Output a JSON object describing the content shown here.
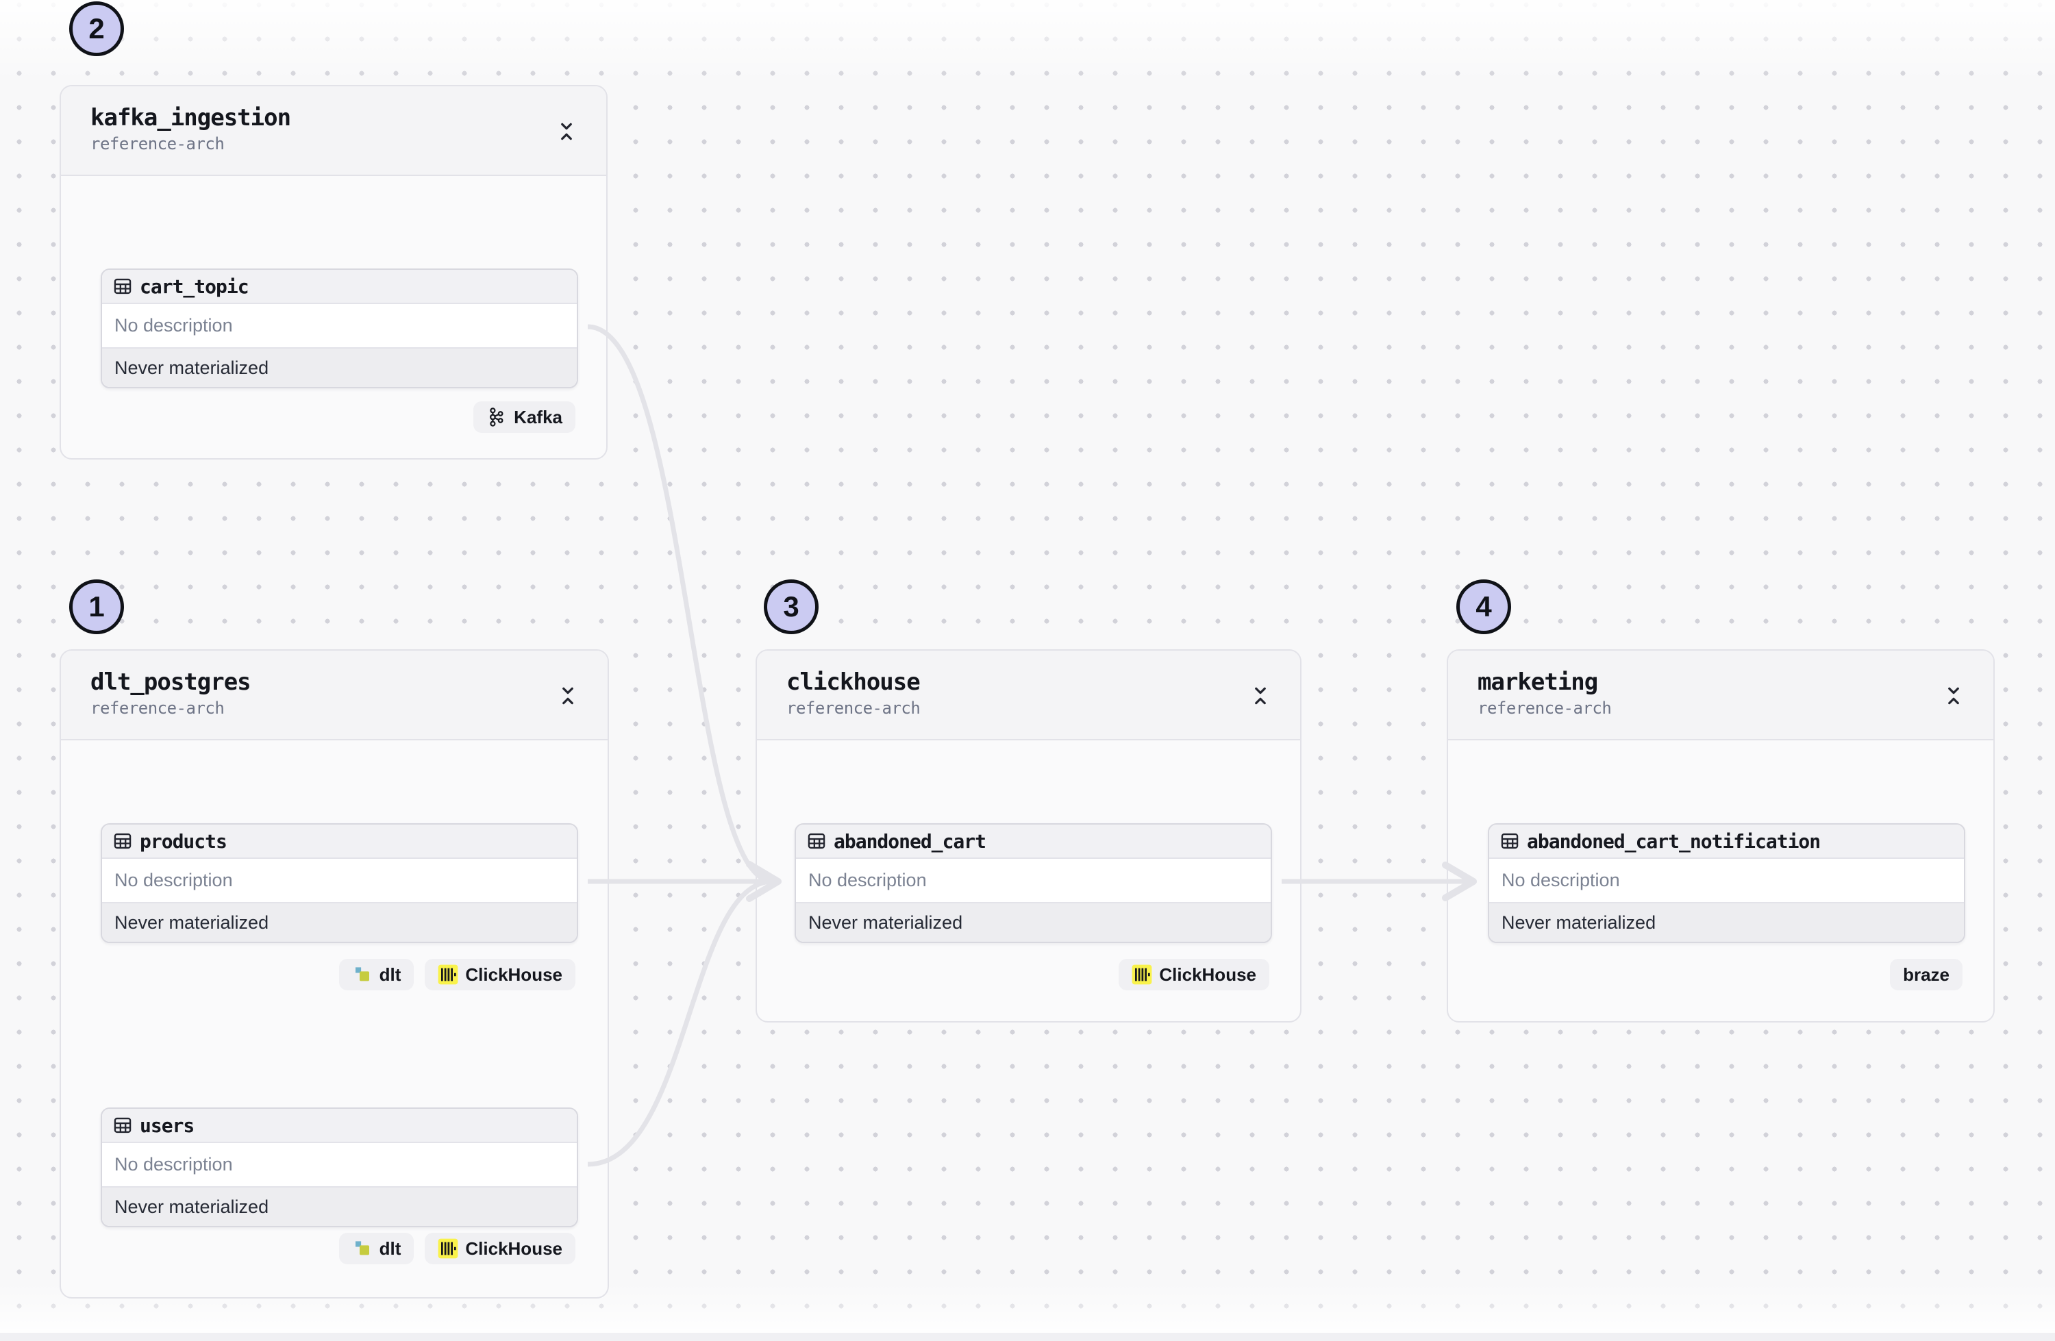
{
  "canvas": {
    "background": "#f8f8f9",
    "dot_color": "#d2d2d9",
    "edge_color": "#e3e3e8",
    "marker_fill": "#cbcbf2",
    "clickhouse_yellow": "#f9f24b",
    "dlt_teal": "#6fb1cb",
    "dlt_olive": "#c6cc3f"
  },
  "markers": [
    {
      "label": "1"
    },
    {
      "label": "2"
    },
    {
      "label": "3"
    },
    {
      "label": "4"
    }
  ],
  "groups": [
    {
      "title": "kafka_ingestion",
      "subtitle": "reference-arch",
      "assets": [
        {
          "name": "cart_topic",
          "description": "No description",
          "status": "Never materialized"
        }
      ],
      "badges": [
        {
          "label": "Kafka",
          "icon": "kafka-icon"
        }
      ]
    },
    {
      "title": "dlt_postgres",
      "subtitle": "reference-arch",
      "assets": [
        {
          "name": "products",
          "description": "No description",
          "status": "Never materialized"
        },
        {
          "name": "users",
          "description": "No description",
          "status": "Never materialized"
        }
      ],
      "badges": [
        {
          "label": "dlt",
          "icon": "dlt-icon"
        },
        {
          "label": "ClickHouse",
          "icon": "clickhouse-icon"
        },
        {
          "label": "dlt",
          "icon": "dlt-icon"
        },
        {
          "label": "ClickHouse",
          "icon": "clickhouse-icon"
        }
      ]
    },
    {
      "title": "clickhouse",
      "subtitle": "reference-arch",
      "assets": [
        {
          "name": "abandoned_cart",
          "description": "No description",
          "status": "Never materialized"
        }
      ],
      "badges": [
        {
          "label": "ClickHouse",
          "icon": "clickhouse-icon"
        }
      ]
    },
    {
      "title": "marketing",
      "subtitle": "reference-arch",
      "assets": [
        {
          "name": "abandoned_cart_notification",
          "description": "No description",
          "status": "Never materialized"
        }
      ],
      "badges": [
        {
          "label": "braze",
          "icon": null
        }
      ]
    }
  ],
  "edges": [
    {
      "from": "cart_topic",
      "to": "abandoned_cart"
    },
    {
      "from": "products",
      "to": "abandoned_cart"
    },
    {
      "from": "users",
      "to": "abandoned_cart"
    },
    {
      "from": "abandoned_cart",
      "to": "abandoned_cart_notification"
    }
  ]
}
